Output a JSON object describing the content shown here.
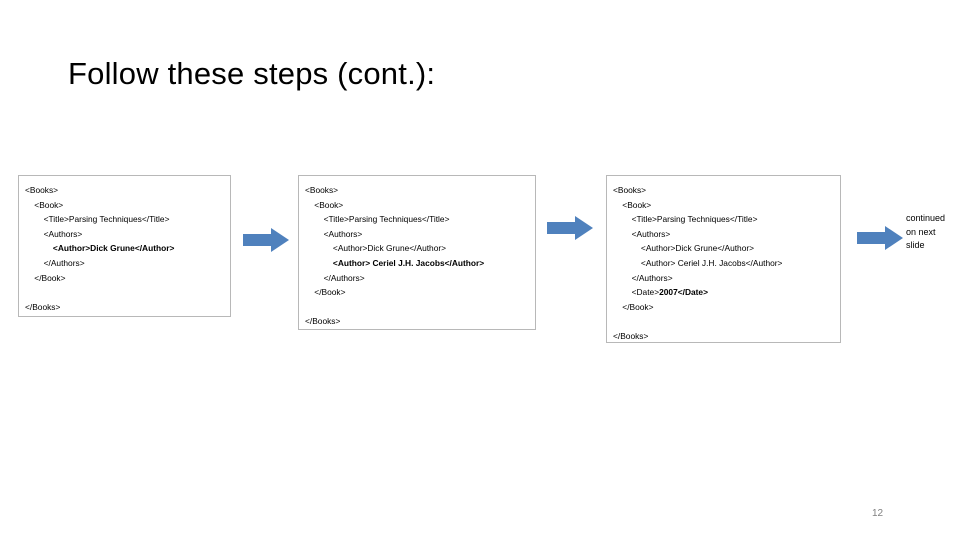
{
  "slide": {
    "title": "Follow these steps (cont.):",
    "page_number": "12",
    "arrow_color": "#4F81BD",
    "box_border_color": "#b8b8b8"
  },
  "boxes": [
    {
      "name": "code-box-step-1",
      "lines": [
        {
          "indent": 0,
          "parts": [
            {
              "text": "<Books>",
              "bold": false
            }
          ]
        },
        {
          "indent": 1,
          "parts": [
            {
              "text": "<Book>",
              "bold": false
            }
          ]
        },
        {
          "indent": 2,
          "parts": [
            {
              "text": "<Title>Parsing Techniques</Title>",
              "bold": false
            }
          ]
        },
        {
          "indent": 2,
          "parts": [
            {
              "text": "<Authors>",
              "bold": false
            }
          ]
        },
        {
          "indent": 3,
          "parts": [
            {
              "text": "<Author>Dick Grune</Author>",
              "bold": true
            }
          ]
        },
        {
          "indent": 2,
          "parts": [
            {
              "text": "</Authors>",
              "bold": false
            }
          ]
        },
        {
          "indent": 1,
          "parts": [
            {
              "text": "</Book>",
              "bold": false
            }
          ]
        },
        {
          "indent": 0,
          "parts": [
            {
              "text": "",
              "bold": false
            }
          ]
        },
        {
          "indent": 0,
          "parts": [
            {
              "text": "</Books>",
              "bold": false
            }
          ]
        }
      ]
    },
    {
      "name": "code-box-step-2",
      "lines": [
        {
          "indent": 0,
          "parts": [
            {
              "text": "<Books>",
              "bold": false
            }
          ]
        },
        {
          "indent": 1,
          "parts": [
            {
              "text": "<Book>",
              "bold": false
            }
          ]
        },
        {
          "indent": 2,
          "parts": [
            {
              "text": "<Title>Parsing Techniques</Title>",
              "bold": false
            }
          ]
        },
        {
          "indent": 2,
          "parts": [
            {
              "text": "<Authors>",
              "bold": false
            }
          ]
        },
        {
          "indent": 3,
          "parts": [
            {
              "text": "<Author>Dick Grune</Author>",
              "bold": false
            }
          ]
        },
        {
          "indent": 3,
          "parts": [
            {
              "text": "<Author> Ceriel J.H. Jacobs</Author>",
              "bold": true
            }
          ]
        },
        {
          "indent": 2,
          "parts": [
            {
              "text": "</Authors>",
              "bold": false
            }
          ]
        },
        {
          "indent": 1,
          "parts": [
            {
              "text": "</Book>",
              "bold": false
            }
          ]
        },
        {
          "indent": 0,
          "parts": [
            {
              "text": "",
              "bold": false
            }
          ]
        },
        {
          "indent": 0,
          "parts": [
            {
              "text": "</Books>",
              "bold": false
            }
          ]
        }
      ]
    },
    {
      "name": "code-box-step-3",
      "lines": [
        {
          "indent": 0,
          "parts": [
            {
              "text": "<Books>",
              "bold": false
            }
          ]
        },
        {
          "indent": 1,
          "parts": [
            {
              "text": "<Book>",
              "bold": false
            }
          ]
        },
        {
          "indent": 2,
          "parts": [
            {
              "text": "<Title>Parsing Techniques</Title>",
              "bold": false
            }
          ]
        },
        {
          "indent": 2,
          "parts": [
            {
              "text": "<Authors>",
              "bold": false
            }
          ]
        },
        {
          "indent": 3,
          "parts": [
            {
              "text": "<Author>Dick Grune</Author>",
              "bold": false
            }
          ]
        },
        {
          "indent": 3,
          "parts": [
            {
              "text": "<Author> Ceriel J.H. Jacobs</Author>",
              "bold": false
            }
          ]
        },
        {
          "indent": 2,
          "parts": [
            {
              "text": "</Authors>",
              "bold": false
            }
          ]
        },
        {
          "indent": 2,
          "parts": [
            {
              "text": "<Date>",
              "bold": false
            },
            {
              "text": "2007</Date>",
              "bold": true
            }
          ]
        },
        {
          "indent": 1,
          "parts": [
            {
              "text": "</Book>",
              "bold": false
            }
          ]
        },
        {
          "indent": 0,
          "parts": [
            {
              "text": "",
              "bold": false
            }
          ]
        },
        {
          "indent": 0,
          "parts": [
            {
              "text": "</Books>",
              "bold": false
            }
          ]
        }
      ]
    }
  ],
  "continued_note": {
    "line1": "continued",
    "line2": "on next",
    "line3": "slide"
  }
}
